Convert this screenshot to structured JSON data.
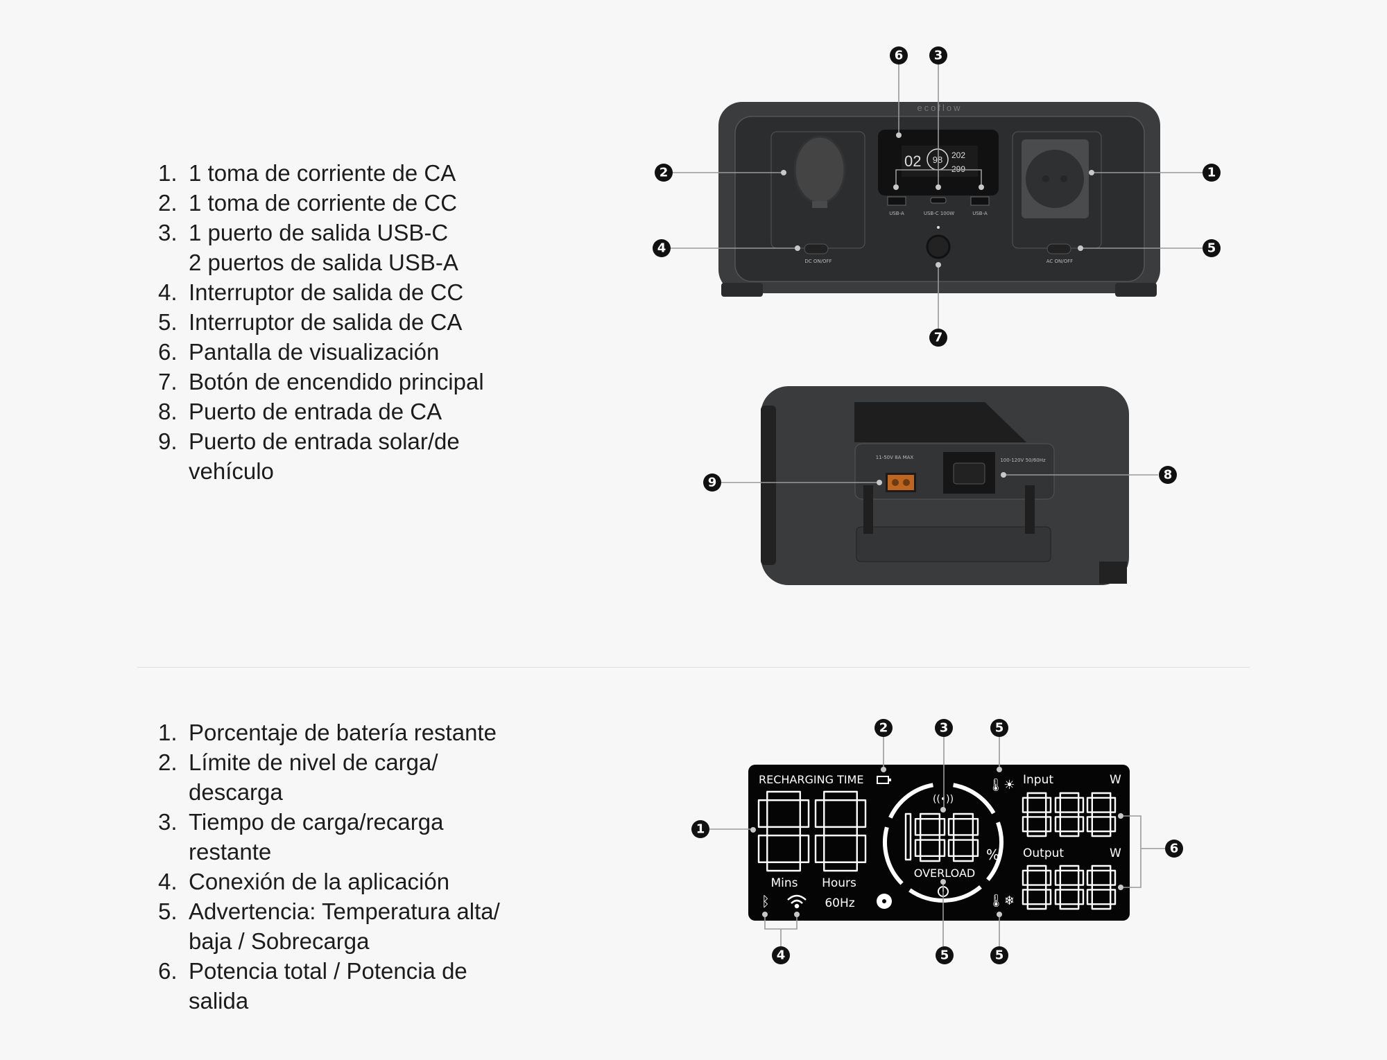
{
  "ports_list": [
    {
      "n": "1.",
      "text": "1 toma de corriente de CA"
    },
    {
      "n": "2.",
      "text": "1 toma de corriente de CC"
    },
    {
      "n": "3.",
      "text": "1 puerto de salida USB-C"
    },
    {
      "n": "",
      "text": "2 puertos de salida USB-A"
    },
    {
      "n": "4.",
      "text": "Interruptor de salida de CC"
    },
    {
      "n": "5.",
      "text": "Interruptor de salida de CA"
    },
    {
      "n": "6.",
      "text": "Pantalla de visualización"
    },
    {
      "n": "7.",
      "text": "Botón de encendido principal"
    },
    {
      "n": "8.",
      "text": "Puerto de entrada de CA"
    },
    {
      "n": "9.",
      "text": "Puerto de entrada solar/de"
    },
    {
      "n": "",
      "text": "vehículo"
    }
  ],
  "display_list": [
    {
      "n": "1.",
      "text": "Porcentaje de batería restante"
    },
    {
      "n": "2.",
      "text": "Límite de nivel de carga/"
    },
    {
      "n": "",
      "text": "descarga"
    },
    {
      "n": "3.",
      "text": "Tiempo de carga/recarga"
    },
    {
      "n": "",
      "text": "restante"
    },
    {
      "n": "4.",
      "text": "Conexión de la aplicación"
    },
    {
      "n": "5.",
      "text": "Advertencia: Temperatura alta/"
    },
    {
      "n": "",
      "text": "baja / Sobrecarga"
    },
    {
      "n": "6.",
      "text": "Potencia total / Potencia de"
    },
    {
      "n": "",
      "text": "salida"
    }
  ],
  "front_device": {
    "brand": "ecoflow",
    "mini_lcd": {
      "time": "02",
      "percent": "98",
      "input": "202",
      "output": "299"
    },
    "usb_a_left": "USB-A",
    "usb_c": "USB-C 100W",
    "usb_a_right": "USB-A",
    "dc_switch": "DC ON/OFF",
    "ac_switch": "AC ON/OFF",
    "badges": [
      "6",
      "3",
      "2",
      "1",
      "4",
      "5",
      "7"
    ]
  },
  "rear_device": {
    "solar_rating": "11-50V 8A MAX",
    "ac_rating": "100-120V 50/60Hz",
    "badges": [
      "9",
      "8"
    ]
  },
  "lcd": {
    "recharging_time": "RECHARGING TIME",
    "mins": "Mins",
    "hours": "Hours",
    "freq": "60Hz",
    "overload": "OVERLOAD",
    "percent_sign": "%",
    "input": "Input",
    "output": "Output",
    "unit_w": "W",
    "badges": [
      "2",
      "3",
      "5",
      "1",
      "6",
      "4",
      "5",
      "5"
    ]
  }
}
